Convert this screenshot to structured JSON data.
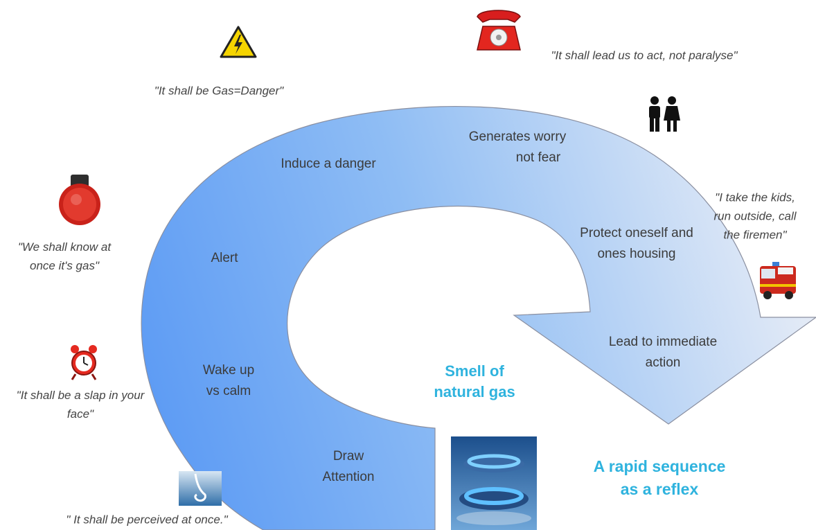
{
  "center_title": {
    "line1": "Smell of",
    "line2": "natural gas"
  },
  "bottom_title": {
    "line1": "A rapid sequence",
    "line2": "as a reflex"
  },
  "stages": [
    {
      "line1": "Draw",
      "line2": "Attention"
    },
    {
      "line1": "Wake up",
      "line2": "vs calm"
    },
    {
      "line1": "Alert",
      "line2": ""
    },
    {
      "line1": "Induce a danger",
      "line2": ""
    },
    {
      "line1": "Generates worry",
      "line2": "not fear"
    },
    {
      "line1": "Protect oneself  and",
      "line2": "ones housing"
    },
    {
      "line1": "Lead to immediate",
      "line2": "action"
    }
  ],
  "quotes": {
    "perceived": "\" It shall be perceived at once.\"",
    "slap": {
      "line1": "\"It shall be a slap in your",
      "line2": "face\""
    },
    "know": {
      "line1": "\"We shall know at",
      "line2": "once it's gas\""
    },
    "danger": "\"It shall be Gas=Danger\"",
    "act": "\"It shall lead us to act, not paralyse\"",
    "kids": {
      "line1": "\"I take the kids,",
      "line2": "run outside, call",
      "line3": "the firemen\""
    }
  },
  "icons": [
    "nose-icon",
    "alarm-clock-icon",
    "alarm-bell-icon",
    "high-voltage-icon",
    "red-telephone-icon",
    "people-icon",
    "fire-truck-icon",
    "gas-burner-icon"
  ],
  "colors": {
    "arrow_dark": "#5b9bf5",
    "arrow_light": "#e6ecf6",
    "headline": "#2fb3de"
  }
}
